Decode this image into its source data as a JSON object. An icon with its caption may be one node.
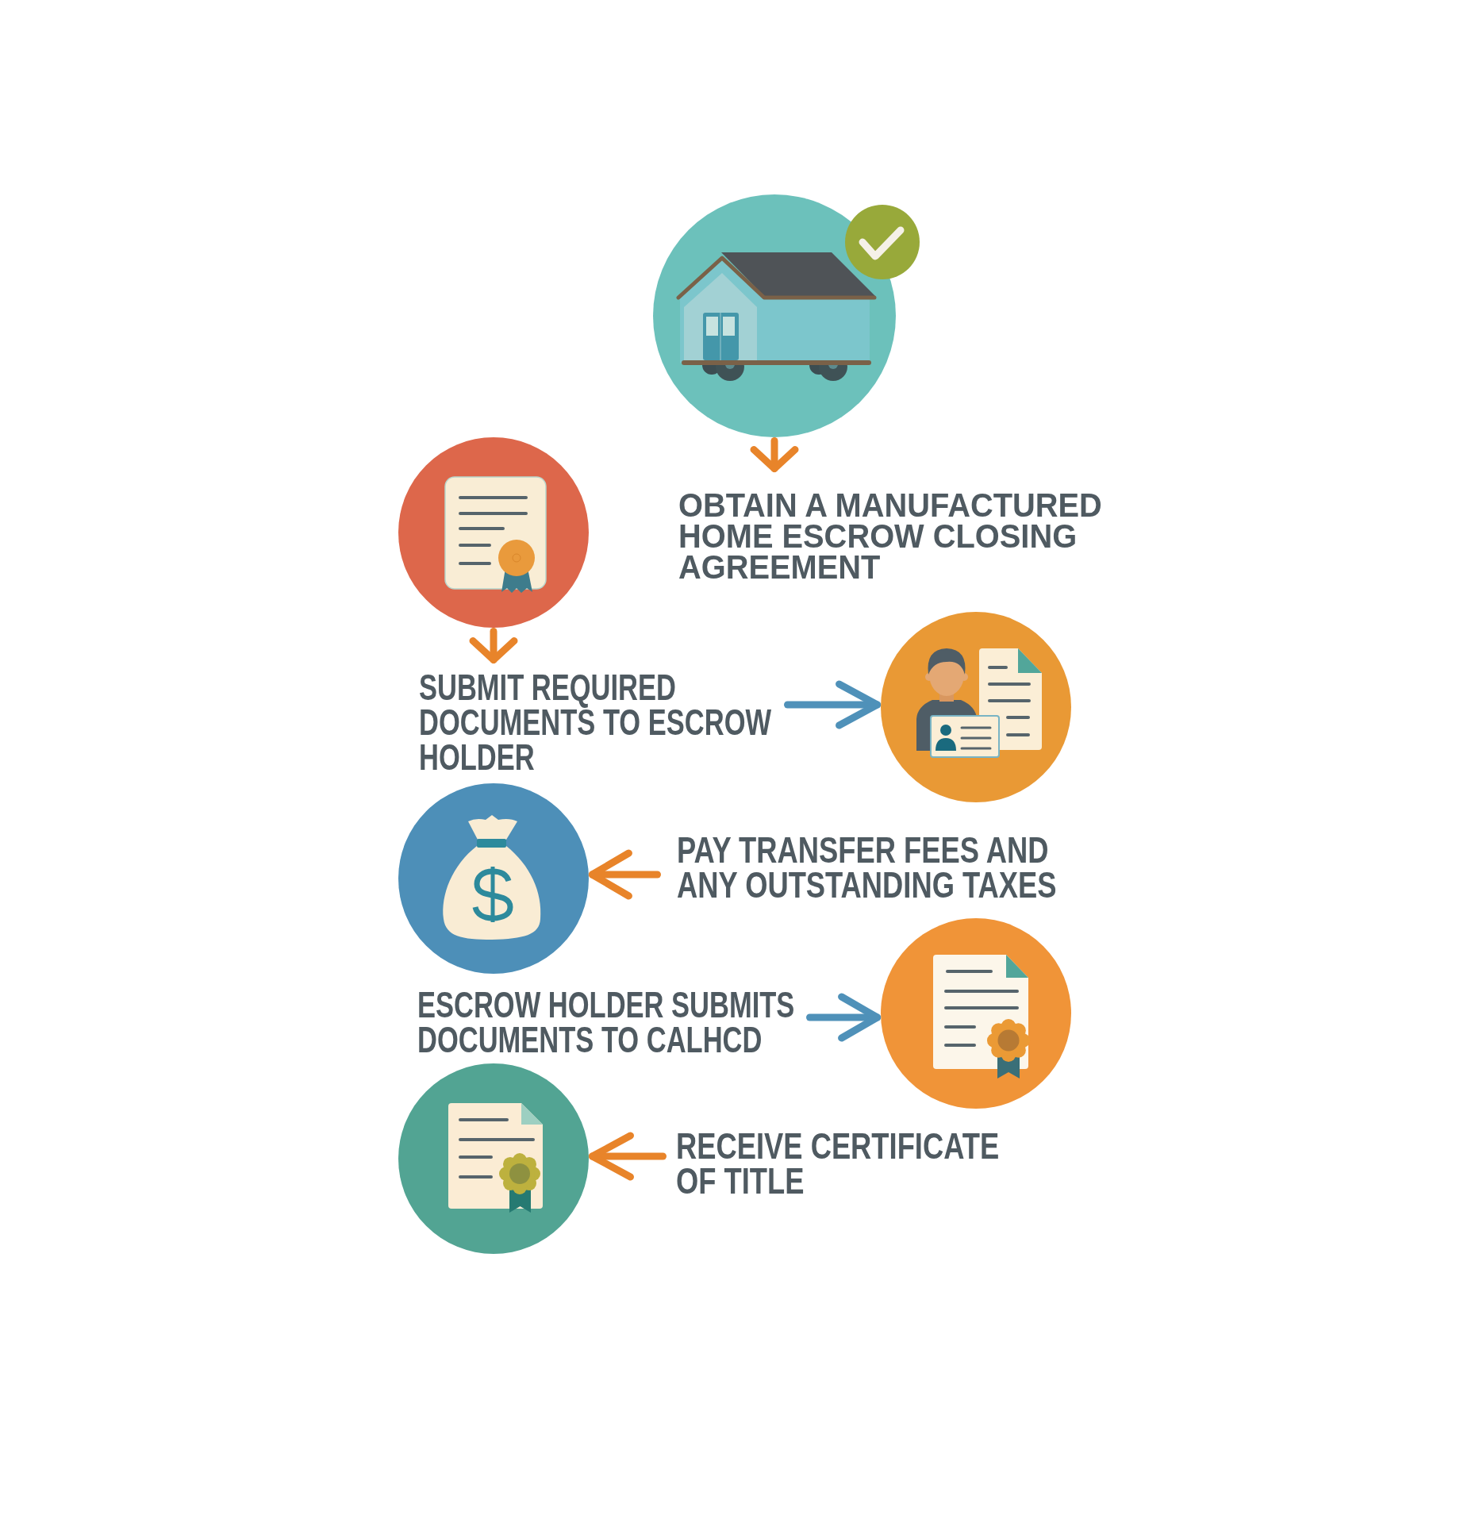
{
  "diagram": {
    "nodes": [
      {
        "text": [],
        "shape": "picture"
      },
      {
        "text": [
          "OBTAIN A MANUFACTURED HOME ESCROW CLOSING AGREEMENT"
        ]
      },
      {
        "text": [],
        "shape": "picture"
      },
      {
        "text": [
          "SUBMIT REQUIRED DOCUMENTS TO ESCROW HOLDER"
        ]
      },
      {
        "text": [],
        "shape": "picture"
      },
      {
        "text": [],
        "shape": "picture"
      },
      {
        "text": [
          "PAY TRANSFER FEES AND ANY OUTSTANDING TAXES"
        ]
      },
      {
        "text": [],
        "shape": "picture"
      },
      {
        "text": [
          "ESCROW HOLDER SUBMITS DOCUMENTS TO CALHCD"
        ]
      },
      {
        "text": [],
        "shape": "picture"
      },
      {
        "text": [
          "RECEIVE CERTIFICATE OF TITLE"
        ]
      }
    ],
    "edges": [
      {
        "from": 0,
        "to": 1,
        "arrow": "to"
      },
      {
        "from": 2,
        "to": 3,
        "arrow": "to"
      },
      {
        "from": 3,
        "to": 4,
        "arrow": "to",
        "color": "#4f91b9"
      },
      {
        "from": 6,
        "to": 5,
        "arrow": "to"
      },
      {
        "from": 8,
        "to": 7,
        "arrow": "to",
        "color": "#4f91b9"
      },
      {
        "from": 10,
        "to": 9,
        "arrow": "to"
      }
    ]
  }
}
